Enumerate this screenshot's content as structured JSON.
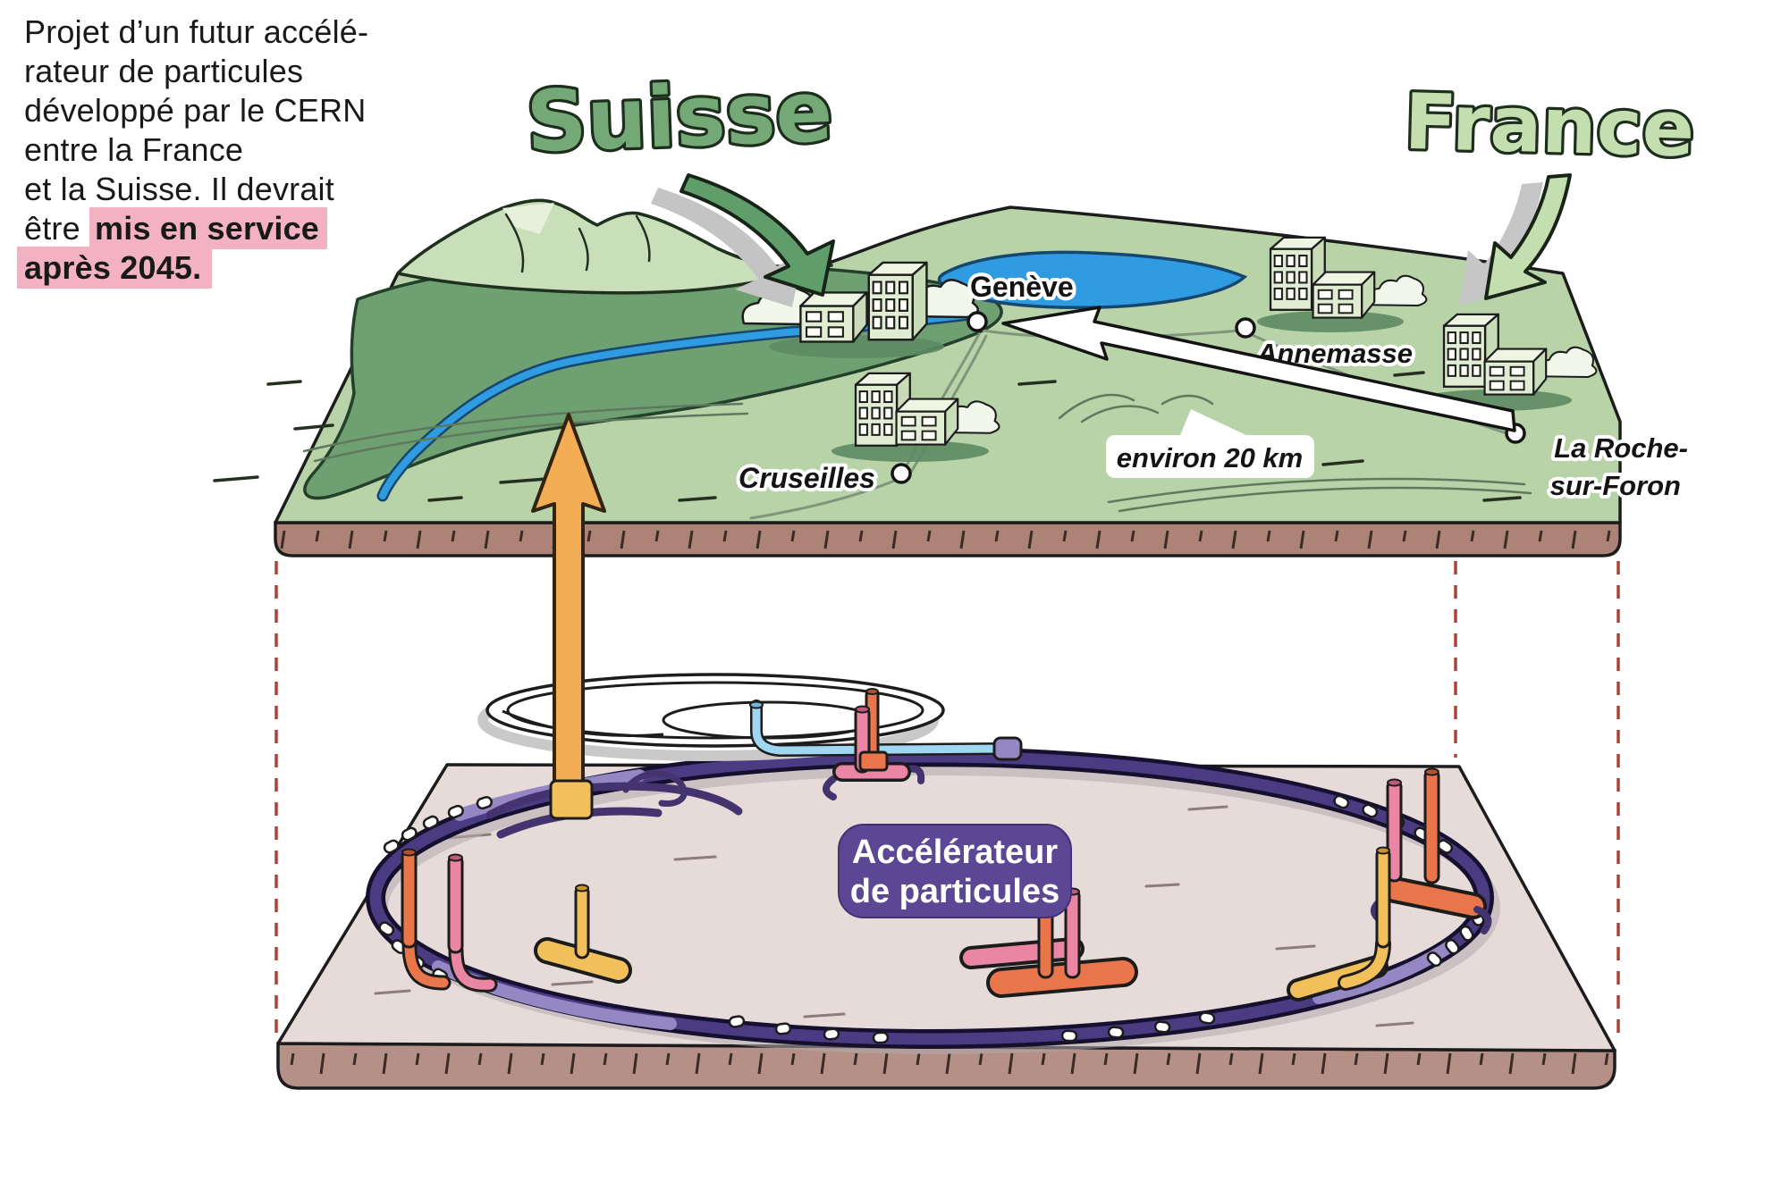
{
  "intro": {
    "lines": [
      "Projet d’un futur accélé-",
      "rateur de particules",
      "développé par le CERN",
      "entre la France",
      "et la Suisse. Il devrait"
    ],
    "line6_prefix": "être ",
    "line6_highlight": "mis en service",
    "line7_highlight": "après 2045."
  },
  "countries": {
    "suisse": "Suisse",
    "france": "France"
  },
  "map": {
    "cities": {
      "geneve": "Genève",
      "annemasse": "Annemasse",
      "cruseilles": "Cruseilles",
      "la_roche_line1": "La Roche-",
      "la_roche_line2": "sur-Foron"
    },
    "distance_label": "environ 20 km"
  },
  "accelerator": {
    "label_line1": "Accélérateur",
    "label_line2": "de particules"
  },
  "icons": {
    "suisse_arrow": "curved-green-arrow-down",
    "france_arrow": "curved-light-green-arrow-down",
    "distance_arrow": "white-double-ended-arrow",
    "surface_link_arrow": "orange-up-arrow",
    "existing_ring": "white-wire-loop",
    "city_marker": "white-dot"
  },
  "colors": {
    "highlight_pink": "#f2b2c2",
    "suisse_green": "#5f9e6b",
    "france_green": "#c5deb0",
    "terrain_green": "#b9d3a8",
    "plain_dark_green": "#6fa072",
    "lake_blue": "#2f9be0",
    "ring_purple": "#4b3b82",
    "label_purple": "#5b4794",
    "slab_mauve": "#e6dbd9",
    "soil_brown": "#ad8378",
    "arrow_orange": "#f3ad55",
    "dashed_red": "#a8453a"
  }
}
